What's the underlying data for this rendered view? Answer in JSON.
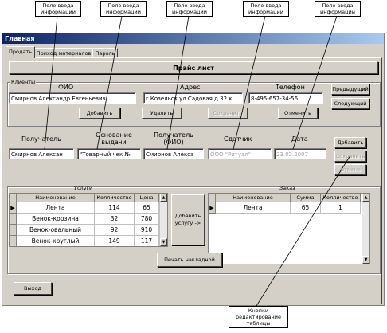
{
  "callouts": {
    "c1": "Поле ввода информации",
    "c2": "Поле ввода информации",
    "c3": "Поле ввода информации",
    "c4": "Поле ввода информации",
    "c5": "Поле ввода информации",
    "bottom": "Кнопки редактирование таблицы"
  },
  "window": {
    "title": "Главная"
  },
  "tabs": [
    {
      "label": "Продать"
    },
    {
      "label": "Приход материалов"
    },
    {
      "label": "Пароль"
    }
  ],
  "price_button": "Прайс лист",
  "clients": {
    "group_label": "Клиенты",
    "fio_label": "ФИО",
    "address_label": "Адрес",
    "phone_label": "Телефон",
    "fio_value": "Смирнов Александр Евгеньевич",
    "address_value": "г.Козельск ул.Садовая д.32 к",
    "phone_value": "8-495-657-34-56",
    "prev": "Предыдущий",
    "next": "Следующий",
    "add": "Добавить",
    "delete": "Удалить",
    "save": "Сохранить",
    "cancel": "Отменить"
  },
  "order_form": {
    "recipient_label": "Получатель",
    "basis_label": "Основание выдачи",
    "recipient_fio_label": "Получатель (ФИО)",
    "issuer_label": "Сдатчик",
    "date_label": "Дата",
    "recipient_value": "Смирнов Алексан",
    "basis_value": "\"Товарный чек №",
    "recipient_fio_value": "Смирнов Алекса",
    "issuer_value": "ООО \"Ритуал\"",
    "date_value": "23.02.2007",
    "add": "Добавить",
    "save": "Сохранить",
    "cancel": "Отмена"
  },
  "services": {
    "title": "Услуги",
    "headers": [
      "Наименование",
      "Колличество",
      "Цена"
    ],
    "rows": [
      [
        "Лента",
        "114",
        "65"
      ],
      [
        "Венок-корзина",
        "32",
        "780"
      ],
      [
        "Венок-овальный",
        "92",
        "910"
      ],
      [
        "Венок-круглый",
        "149",
        "117"
      ]
    ]
  },
  "add_service": "Добавить услугу ->",
  "order": {
    "title": "Заказ",
    "headers": [
      "Наименование",
      "Сумма",
      "Колличество"
    ],
    "rows": [
      [
        "Лента",
        "65",
        "1"
      ]
    ]
  },
  "print_invoice": "Печать накладной",
  "exit": "Выход"
}
